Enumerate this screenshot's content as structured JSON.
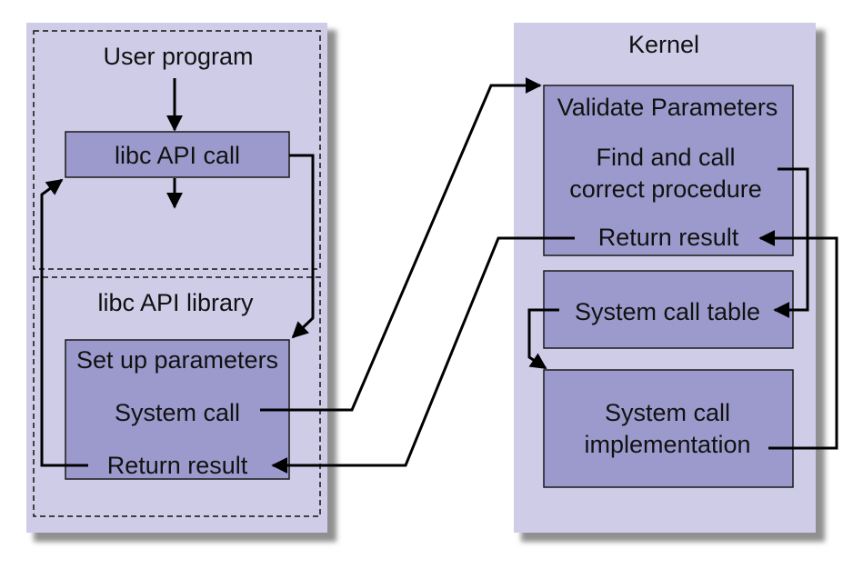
{
  "colors": {
    "panel_fill": "#cfcce8",
    "box_fill": "#9c9acc",
    "border": "#1a1a1a",
    "shadow": "#9a9a9a",
    "arrow": "#000000"
  },
  "user_panel": {
    "user_program_title": "User program",
    "libc_call_box": "libc API call",
    "library_title": "libc API library",
    "setup_box": {
      "line1": "Set up parameters",
      "line2": "System call",
      "line3": "Return result"
    }
  },
  "kernel_panel": {
    "title": "Kernel",
    "dispatch_box": {
      "line1": "Validate Parameters",
      "line2a": "Find and call",
      "line2b": "correct procedure",
      "line3": "Return result"
    },
    "table_box": "System call table",
    "impl_box": {
      "line1": "System call",
      "line2": "implementation"
    }
  },
  "flows": [
    {
      "from": "User program",
      "to": "libc API call"
    },
    {
      "from": "libc API call",
      "to": "Set up parameters"
    },
    {
      "from": "System call",
      "to": "Validate Parameters"
    },
    {
      "from": "Find and call correct procedure",
      "to": "System call table"
    },
    {
      "from": "System call table",
      "to": "System call implementation"
    },
    {
      "from": "System call implementation",
      "to": "Return result (kernel)"
    },
    {
      "from": "Return result (kernel)",
      "to": "Return result (libc)"
    },
    {
      "from": "Return result (libc)",
      "to": "libc API call"
    }
  ]
}
